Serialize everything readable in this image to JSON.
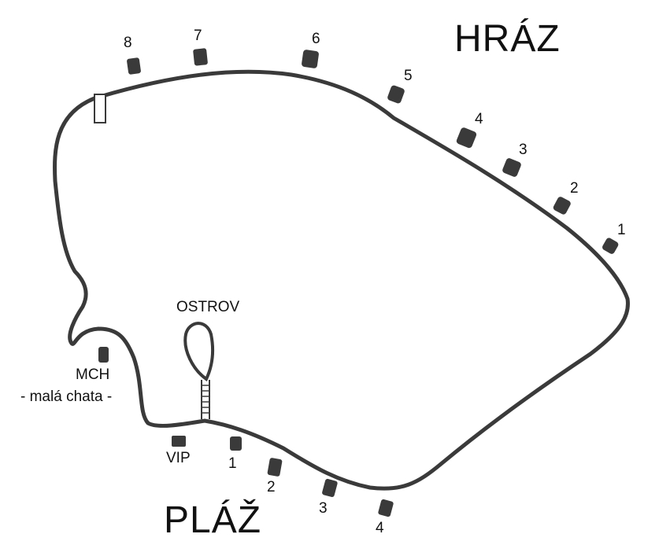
{
  "colors": {
    "ink": "#3a3a3a",
    "text": "#111111",
    "background": "#ffffff"
  },
  "labels": {
    "hraz": "HRÁZ",
    "plaz": "PLÁŽ",
    "ostrov": "OSTROV",
    "mch": "MCH",
    "mch_sub": "- malá chata -",
    "vip": "VIP"
  },
  "hraz_spots": [
    "1",
    "2",
    "3",
    "4",
    "5",
    "6",
    "7",
    "8"
  ],
  "plaz_spots": [
    "1",
    "2",
    "3",
    "4"
  ]
}
